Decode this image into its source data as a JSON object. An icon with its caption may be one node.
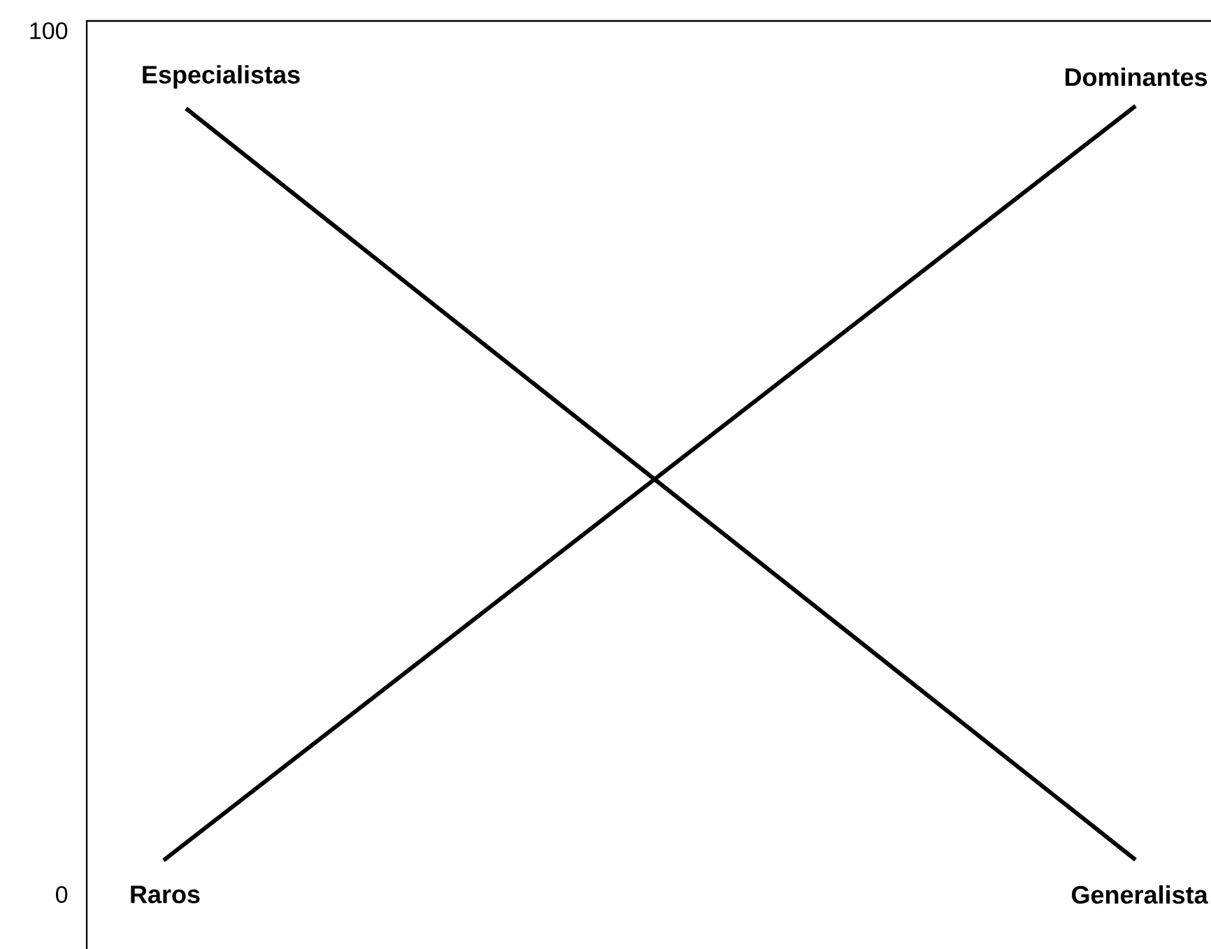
{
  "diagram": {
    "nodes": [
      {
        "text": [
          "Especialistas"
        ]
      },
      {
        "text": [
          "Dominantes"
        ]
      },
      {
        "text": [
          "Raros"
        ]
      },
      {
        "text": [
          "Generalista"
        ]
      }
    ],
    "edges": [
      {
        "from": 0,
        "to": 3,
        "arrow": "none"
      },
      {
        "from": 2,
        "to": 1,
        "arrow": "none"
      }
    ],
    "labels": [
      "100",
      "0"
    ]
  }
}
